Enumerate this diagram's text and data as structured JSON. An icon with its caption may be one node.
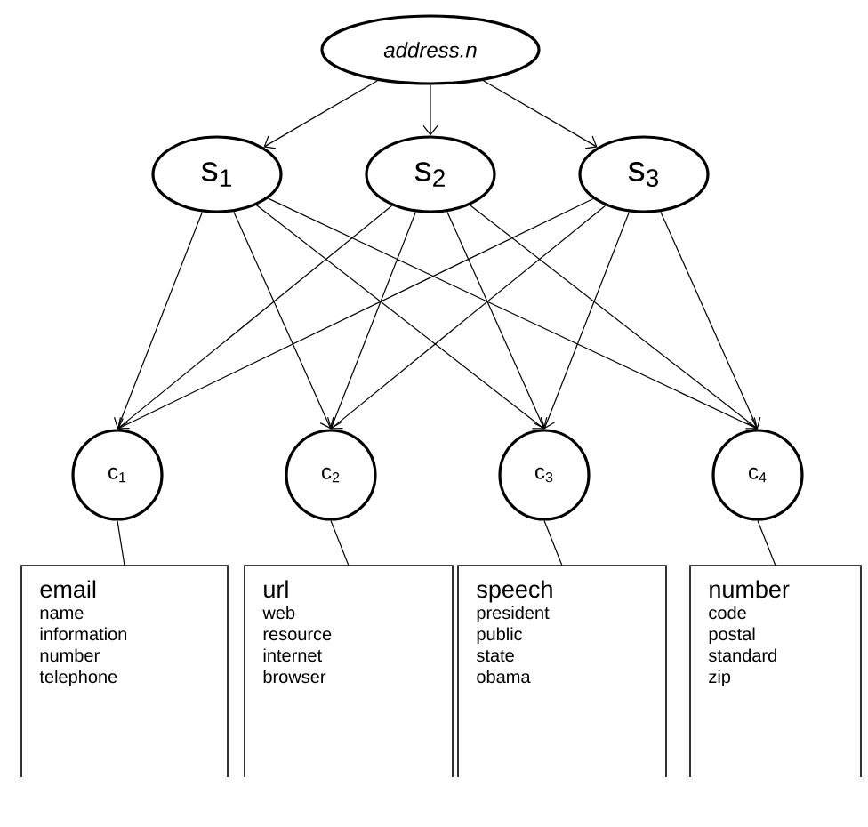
{
  "diagram": {
    "nodes": [
      {
        "text": [
          "address.n"
        ]
      },
      {
        "text": [
          "s$_{1}$"
        ]
      },
      {
        "text": [
          "s$_{2}$"
        ]
      },
      {
        "text": [
          "s$_{3}$"
        ]
      },
      {
        "text": [
          "c$_{1}$"
        ]
      },
      {
        "text": [
          "c$_{2}$"
        ]
      },
      {
        "text": [
          "c$_{3}$"
        ]
      },
      {
        "text": [
          "c$_{4}$"
        ]
      },
      {
        "text": [
          "email",
          "name",
          "information",
          "number",
          "telephone"
        ]
      },
      {
        "text": [
          "url",
          "web",
          "resource",
          "internet",
          "browser"
        ]
      },
      {
        "text": [
          "speech",
          "president",
          "public",
          "state",
          "obama"
        ]
      },
      {
        "text": [
          "number",
          "code",
          "postal",
          "standard",
          "zip"
        ]
      }
    ],
    "edges": [
      {
        "from": 0,
        "to": 1,
        "arrow": "to"
      },
      {
        "from": 0,
        "to": 2,
        "arrow": "to"
      },
      {
        "from": 0,
        "to": 3,
        "arrow": "to"
      },
      {
        "from": 1,
        "to": 4,
        "arrow": "to"
      },
      {
        "from": 1,
        "to": 5,
        "arrow": "to"
      },
      {
        "from": 1,
        "to": 6,
        "arrow": "to"
      },
      {
        "from": 1,
        "to": 7,
        "arrow": "to"
      },
      {
        "from": 2,
        "to": 4,
        "arrow": "to"
      },
      {
        "from": 2,
        "to": 5,
        "arrow": "to"
      },
      {
        "from": 2,
        "to": 6,
        "arrow": "to"
      },
      {
        "from": 2,
        "to": 7,
        "arrow": "to"
      },
      {
        "from": 3,
        "to": 4,
        "arrow": "to"
      },
      {
        "from": 3,
        "to": 5,
        "arrow": "to"
      },
      {
        "from": 3,
        "to": 6,
        "arrow": "to"
      },
      {
        "from": 3,
        "to": 7,
        "arrow": "to"
      },
      {
        "from": 4,
        "to": 8,
        "arrow": "none"
      },
      {
        "from": 5,
        "to": 9,
        "arrow": "none"
      },
      {
        "from": 6,
        "to": 10,
        "arrow": "none"
      },
      {
        "from": 7,
        "to": 11,
        "arrow": "none"
      }
    ]
  }
}
